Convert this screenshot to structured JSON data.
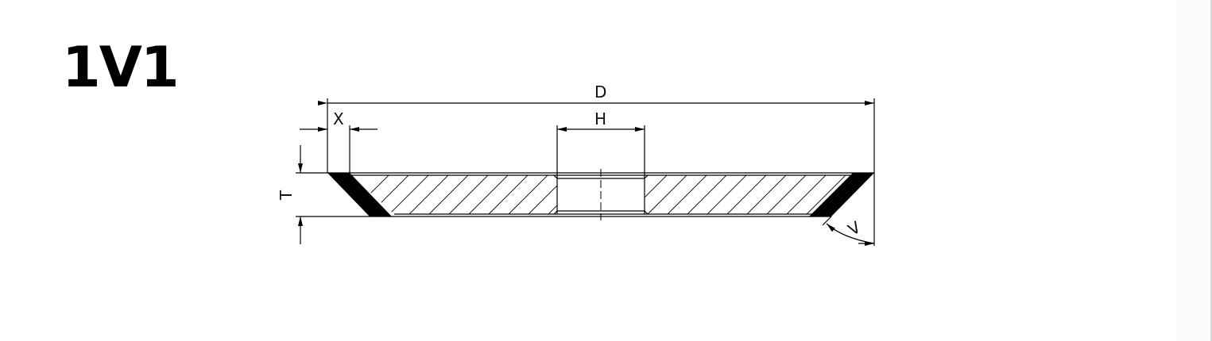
{
  "title": "1V1",
  "diagram": {
    "description": "Grinding wheel cross-section, shape 1V1",
    "dimension_labels": {
      "D": "D",
      "H": "H",
      "X": "X",
      "T": "T",
      "V": "V"
    },
    "colors": {
      "line": "#000000",
      "abrasive_fill": "#000000",
      "background": "#ffffff",
      "scroll_edge": "#d8d8d8"
    }
  }
}
